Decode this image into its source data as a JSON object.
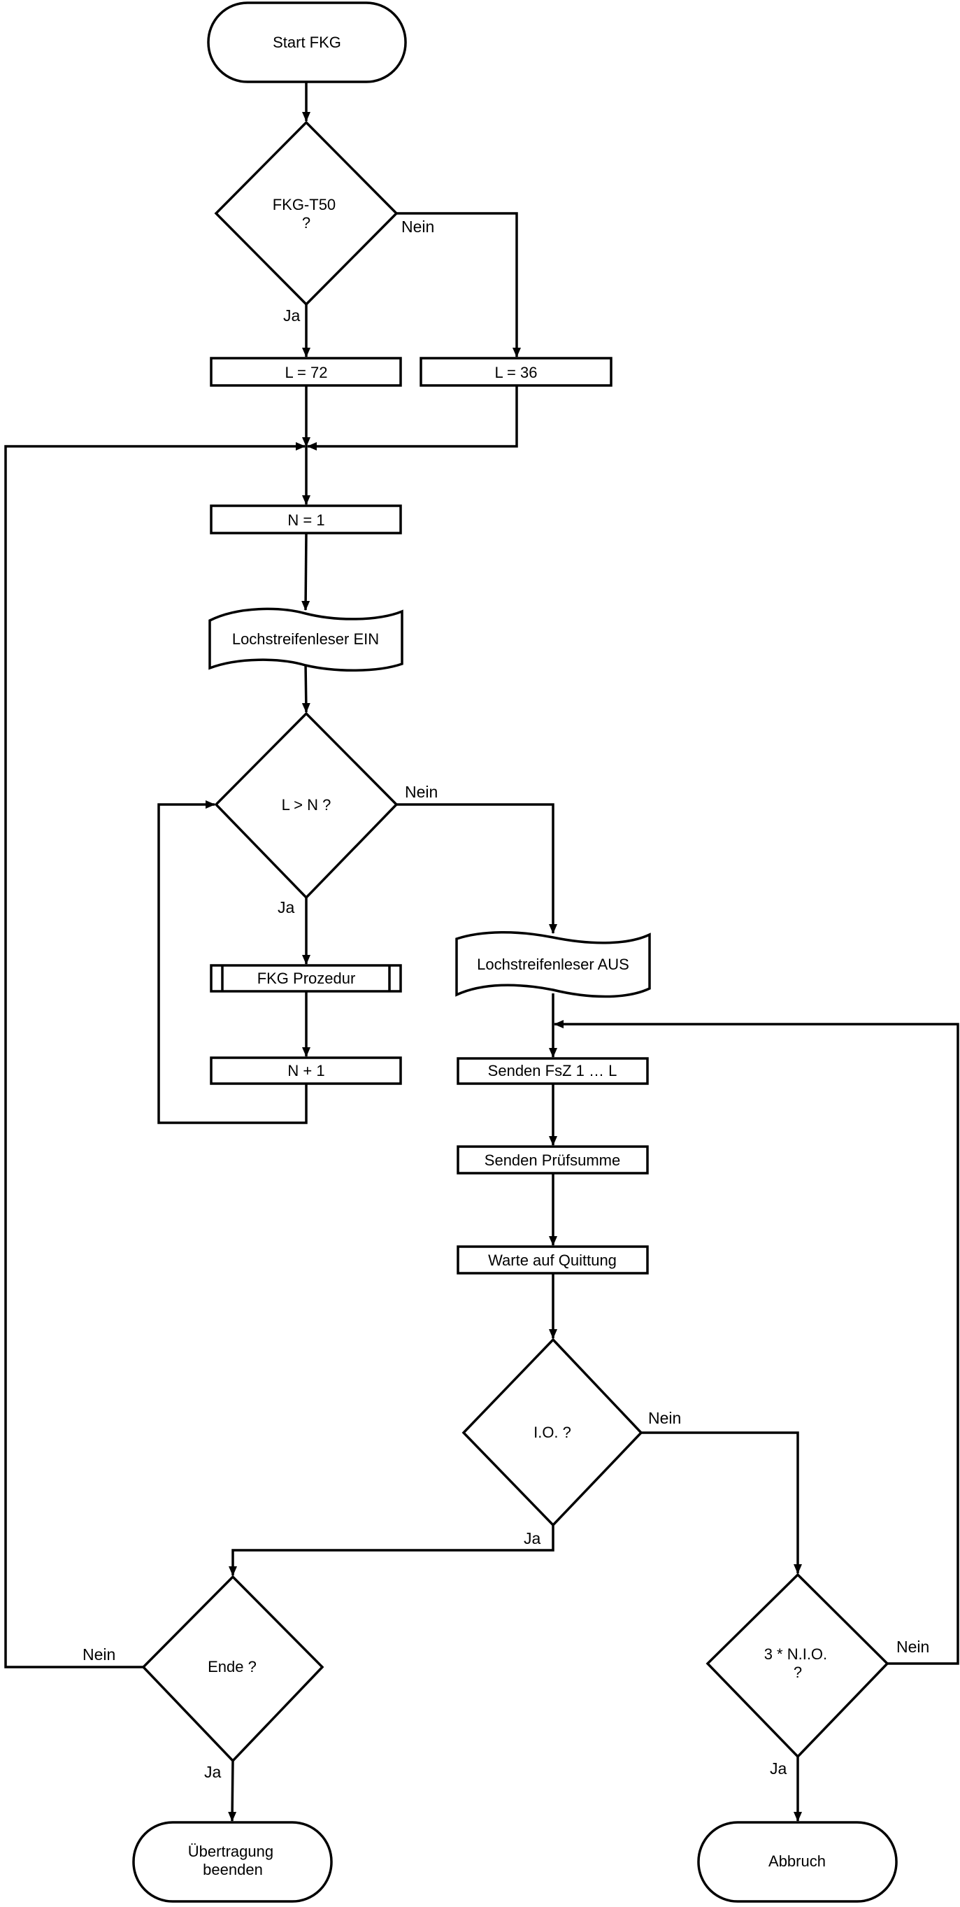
{
  "nodes": {
    "start": [
      "Start FKG"
    ],
    "d_fkg": [
      "FKG-T50",
      "?"
    ],
    "l72": [
      "L = 72"
    ],
    "l36": [
      "L = 36"
    ],
    "n1": [
      "N = 1"
    ],
    "lese_ein": [
      "Lochstreifenleser EIN"
    ],
    "d_lgn": [
      "L > N ?"
    ],
    "proc": [
      "FKG Prozedur"
    ],
    "n_plus": [
      "N + 1"
    ],
    "lese_aus": [
      "Lochstreifenleser AUS"
    ],
    "senden": [
      "Senden FsZ 1 … L"
    ],
    "pruef": [
      "Senden Prüfsumme"
    ],
    "warte": [
      "Warte auf Quittung"
    ],
    "d_io": [
      "I.O. ?"
    ],
    "d_ende": [
      "Ende ?"
    ],
    "d_nio": [
      "3 * N.I.O.",
      "?"
    ],
    "uebertragung": [
      "Übertragung",
      "beenden"
    ],
    "abbruch": [
      "Abbruch"
    ]
  },
  "edges": {
    "fkg_nein": "Nein",
    "fkg_ja": "Ja",
    "lgn_nein": "Nein",
    "lgn_ja": "Ja",
    "io_nein": "Nein",
    "io_ja": "Ja",
    "ende_nein": "Nein",
    "ende_ja": "Ja",
    "nio_nein": "Nein",
    "nio_ja": "Ja"
  }
}
